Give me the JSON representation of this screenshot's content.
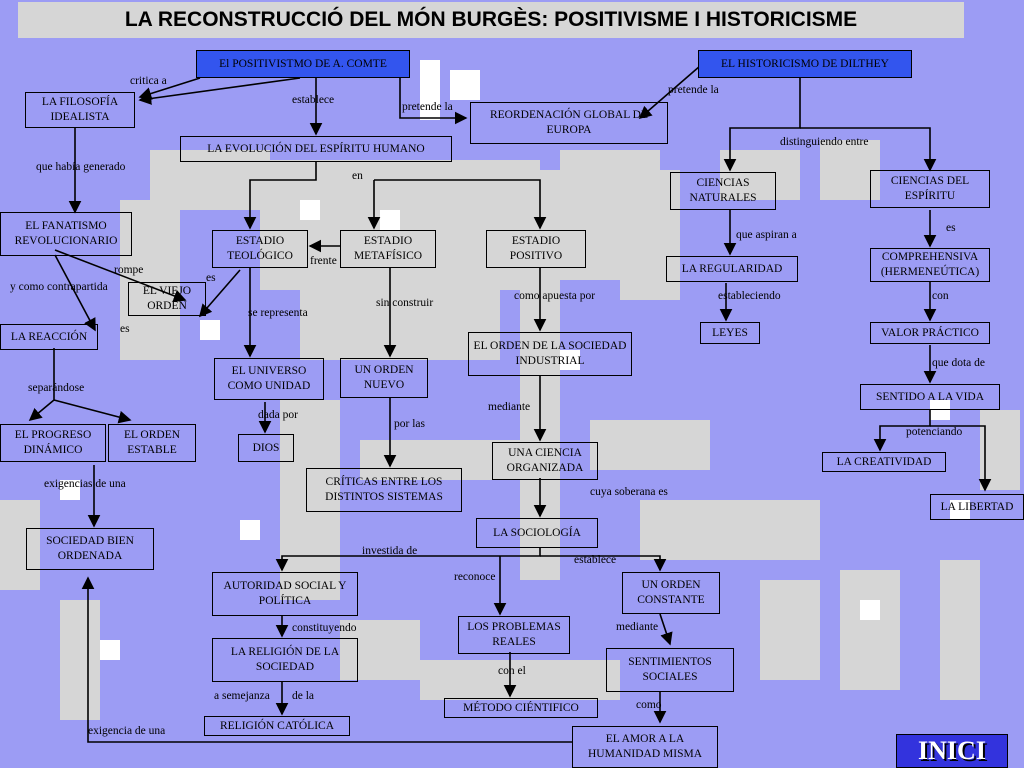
{
  "title": "LA RECONSTRUCCIÓ DEL MÓN BURGÈS: POSITIVISME I HISTORICISME",
  "nodes": {
    "comte": "El POSITIVISTMO DE A. COMTE",
    "dilthey": "EL HISTORICISMO DE DILTHEY",
    "filosofia": "LA FILOSOFÍA IDEALISTA",
    "reordenacion": "REORDENACIÓN GLOBAL DE EUROPA",
    "evolucion": "LA EVOLUCIÓN DEL ESPÍRITU HUMANO",
    "fanatismo": "EL FANATISMO REVOLUCIONARIO",
    "viejo_orden": "EL VIEJO ORDEN",
    "reaccion": "LA REACCIÓN",
    "progreso": "EL PROGRESO DINÁMICO",
    "orden_estable": "EL ORDEN ESTABLE",
    "sociedad_bien": "SOCIEDAD BIEN ORDENADA",
    "teologico": "ESTADIO TEOLÓGICO",
    "metafisico": "ESTADIO METAFÍSICO",
    "positivo": "ESTADIO POSITIVO",
    "universo": "EL UNIVERSO COMO UNIDAD",
    "dios": "DIOS",
    "orden_nuevo": "UN ORDEN NUEVO",
    "criticas": "CRÍTICAS ENTRE LOS DISTINTOS SISTEMAS",
    "orden_sociedad": "EL ORDEN DE LA SOCIEDAD INDUSTRIAL",
    "ciencia_org": "UNA CIENCIA ORGANIZADA",
    "sociologia": "LA SOCIOLOGÍA",
    "autoridad": "AUTORIDAD SOCIAL Y POLÍTICA",
    "religion_sociedad": "LA RELIGIÓN DE LA SOCIEDAD",
    "religion_catolica": "RELIGIÓN CATÓLICA",
    "problemas": "LOS PROBLEMAS REALES",
    "metodo": "MÉTODO CIÉNTIFICO",
    "orden_constante": "UN ORDEN CONSTANTE",
    "sentimientos": "SENTIMIENTOS SOCIALES",
    "amor": "EL AMOR A LA HUMANIDAD MISMA",
    "ciencias_naturales": "CIENCIAS NATURALES",
    "ciencias_espiritu": "CIENCIAS DEL ESPÍRITU",
    "regularidad": "LA REGULARIDAD",
    "leyes": "LEYES",
    "comprehensiva": "COMPREHENSIVA (HERMENEÚTICA)",
    "valor": "VALOR PRÁCTICO",
    "sentido": "SENTIDO A LA VIDA",
    "creatividad": "LA CREATIVIDAD",
    "libertad": "LA LIBERTAD"
  },
  "labels": {
    "critica_a": "critica a",
    "establece": "establece",
    "pretende_la_1": "pretende la",
    "pretende_la_2": "pretende la",
    "que_habia": "que había generado",
    "en": "en",
    "distinguiendo": "distinguiendo entre",
    "que_aspiran": "que aspiran a",
    "es_1": "es",
    "rompe": "rompe",
    "y_como": "y como contrapartida",
    "es_2": "es",
    "es_3": "es",
    "frente": "frente",
    "separandose": "separándose",
    "se_representa": "se representa",
    "sin_construir": "sin construir",
    "como_apuesta": "como apuesta por",
    "estableciendo": "estableciendo",
    "con": "con",
    "que_dota": "que dota de",
    "exigencias": "exigencias de una",
    "dada_por": "dada por",
    "por_las": "por las",
    "mediante_1": "mediante",
    "potenciando": "potenciando",
    "cuya_soberana": "cuya soberana es",
    "investida": "investida de",
    "establece_2": "establece",
    "reconoce": "reconoce",
    "constituyendo": "constituyendo",
    "mediante_2": "mediante",
    "con_el": "con el",
    "a_semejanza": "a semejanza",
    "de_la": "de la",
    "como": "como",
    "exigencia": "exigencia de una"
  },
  "inici_label": "INICI",
  "colors": {
    "background": "#9c9cf4",
    "pixel_gray": "#d6d6d6",
    "header_box": "#3355ee",
    "inici": "#3333dd"
  }
}
